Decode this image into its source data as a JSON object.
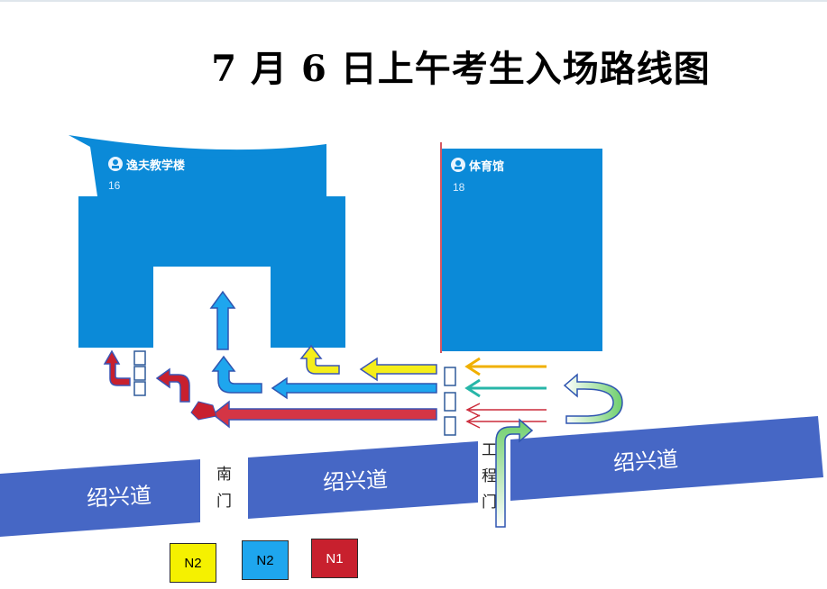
{
  "title": "7 月 6 日上午考生入场路线图",
  "buildings": [
    {
      "name": "逸夫教学楼",
      "number": "16",
      "icon": "building-marker-icon"
    },
    {
      "name": "体育馆",
      "number": "18",
      "icon": "building-marker-icon"
    }
  ],
  "road_label": "绍兴道",
  "gates": {
    "south": [
      "南",
      "门"
    ],
    "engineering": [
      "工",
      "程",
      "门"
    ]
  },
  "legend": [
    {
      "label": "N2",
      "color": "#f5f100"
    },
    {
      "label": "N2",
      "color": "#1ea6ee"
    },
    {
      "label": "N1",
      "color": "#c8202e"
    }
  ],
  "colors": {
    "building": "#0088d8",
    "road": "#4666c4",
    "route_yellow": "#f5ee1a",
    "route_blue": "#1ea6ee",
    "route_red": "#cc2a3a",
    "entry_orange": "#f0b000",
    "entry_teal": "#27b6a8",
    "entry_green": "#6fcf6c"
  }
}
